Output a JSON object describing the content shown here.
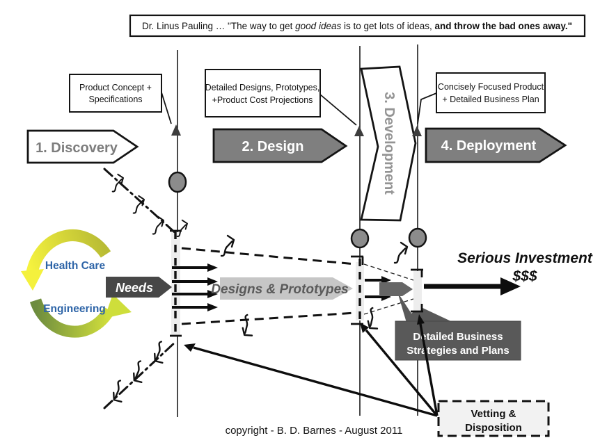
{
  "slide": {
    "quote": {
      "part1": "Dr. Linus Pauling … \"The way to get ",
      "part2_italic": "good ideas",
      "part3": " is to get lots of ideas, ",
      "part4_bold": "and throw the bad ones away.\""
    },
    "phases": [
      {
        "label": "1.  Discovery"
      },
      {
        "label": "2.  Design"
      },
      {
        "label": "3.  Development"
      },
      {
        "label": "4.  Deployment"
      }
    ],
    "callouts": [
      {
        "line1": "Product Concept +",
        "line2": "Specifications"
      },
      {
        "line1": "Detailed Designs, Prototypes,",
        "line2": "+Product  Cost Projections"
      },
      {
        "line1": "Concisely Focused Product",
        "line2": "+ Detailed Business Plan"
      }
    ],
    "cycle": {
      "top": "Health Care",
      "bottom": "Engineering"
    },
    "needs_label": "Needs",
    "designs_label": "Designs & Prototypes",
    "investment": {
      "line1": "Serious Investment",
      "line2": "$$$"
    },
    "business_box": {
      "line1": "Detailed Business",
      "line2": "Strategies and Plans"
    },
    "vetting_box": {
      "line1": "Vetting &",
      "line2": "Disposition"
    },
    "copyright": "copyright - B. D. Barnes - August 2011",
    "colors": {
      "phase_fill": "#7f7f7f",
      "dark_box": "#595959",
      "needs_fill": "#474747",
      "designs_fill": "#c6c6c6",
      "label_blue": "#2d64a7",
      "cycle_yellow": "#f1ee3c",
      "cycle_green": "#6d8c3e",
      "vetting_fill": "#f2f2f2"
    }
  }
}
